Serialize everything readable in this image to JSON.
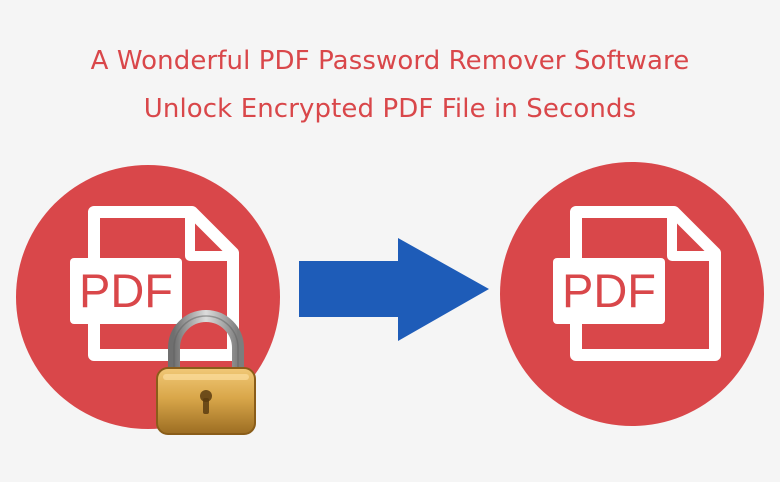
{
  "headline": {
    "line1": "A Wonderful PDF Password Remover Software",
    "line2": "Unlock Encrypted PDF File in Seconds"
  },
  "locked_file": {
    "label": "PDF",
    "icon": "pdf-file-icon",
    "overlay_icon": "padlock-icon"
  },
  "arrow": {
    "icon": "arrow-right-icon"
  },
  "unlocked_file": {
    "label": "PDF",
    "icon": "pdf-file-icon"
  },
  "colors": {
    "background": "#f5f5f5",
    "headline": "#d9474a",
    "circle": "#d9474a",
    "file_fill": "#ffffff",
    "arrow": "#1e5cb8",
    "lock_body": "#d9a74a",
    "lock_shackle": "#9a9a9a"
  }
}
